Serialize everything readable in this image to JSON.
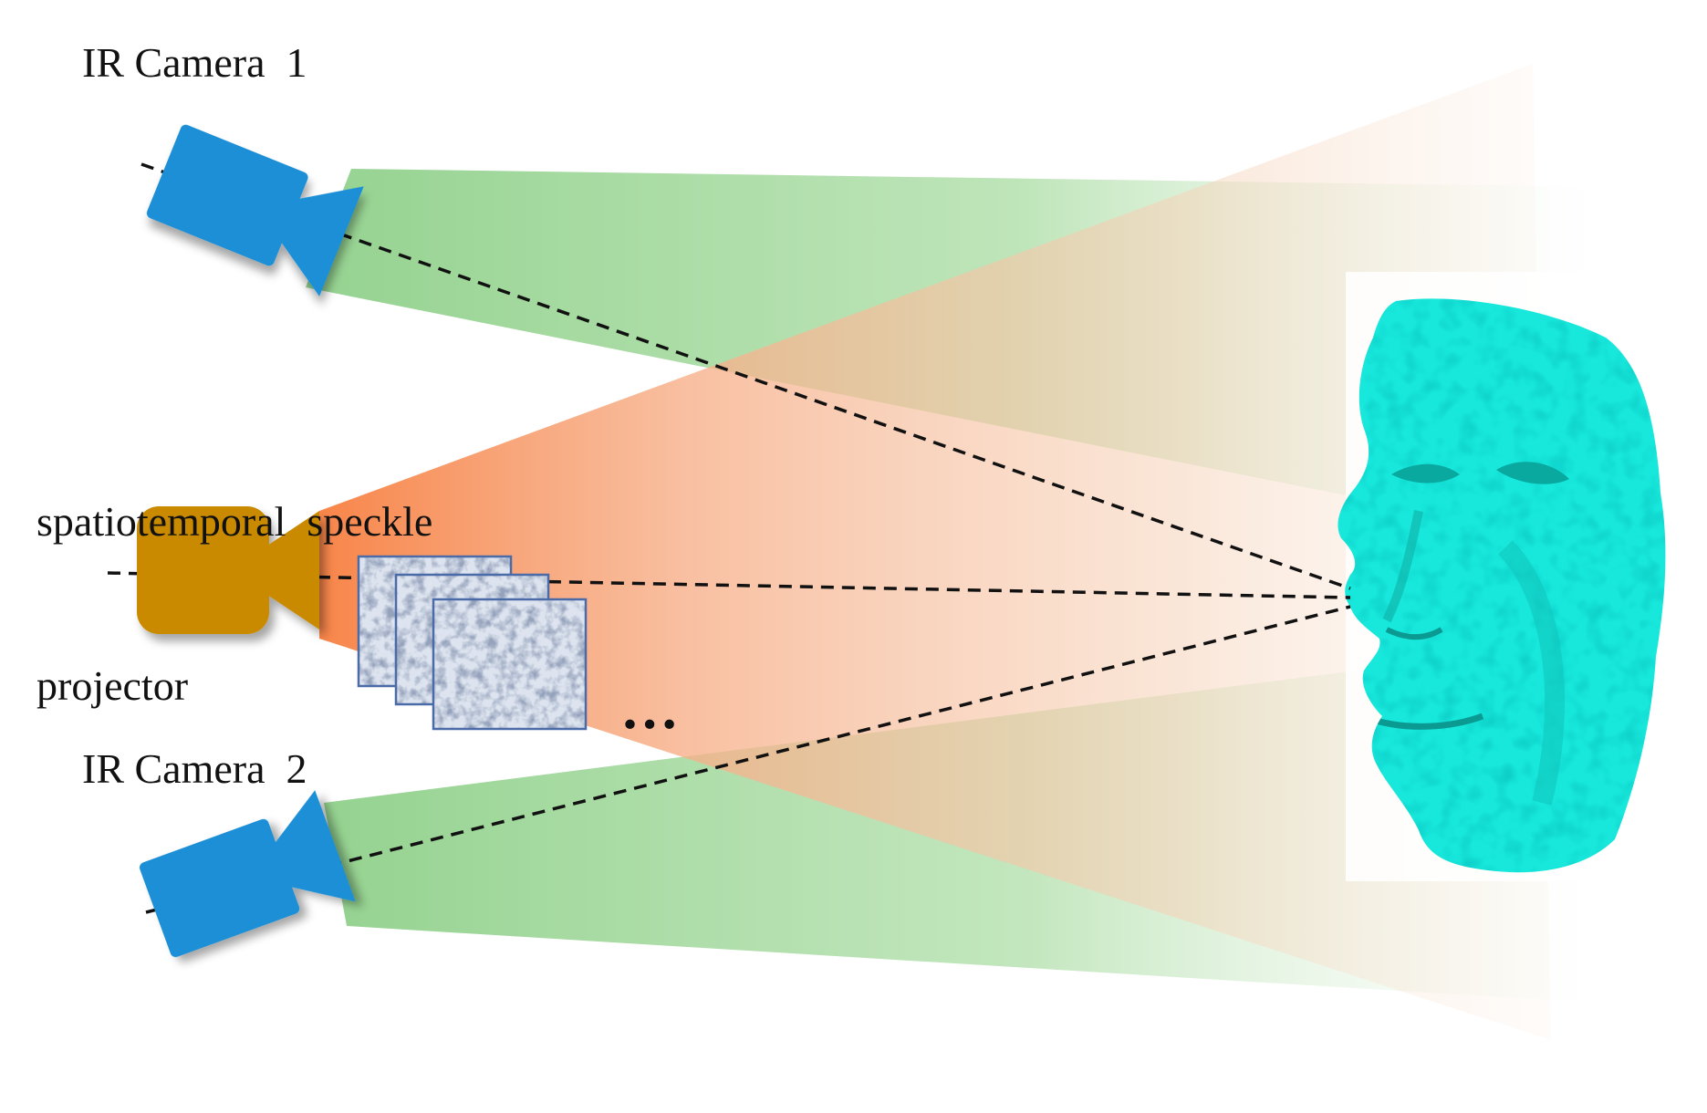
{
  "labels": {
    "camera1": "IR Camera  1",
    "projector_line1": "spatiotemporal  speckle",
    "projector_line2": "projector",
    "camera2": "IR Camera  2",
    "ellipsis": "…"
  },
  "colors": {
    "camera": "#1f8fd6",
    "projector": "#c98a06",
    "camera_beam": "#8fd08a",
    "projector_beam": "#f6a577",
    "face": "#18e8dc",
    "speckle": "#8aa0bf"
  },
  "icons": {
    "camera": "video-camera-icon",
    "projector": "projector-icon",
    "face": "3d-face-scan",
    "speckle": "speckle-pattern-frame"
  }
}
